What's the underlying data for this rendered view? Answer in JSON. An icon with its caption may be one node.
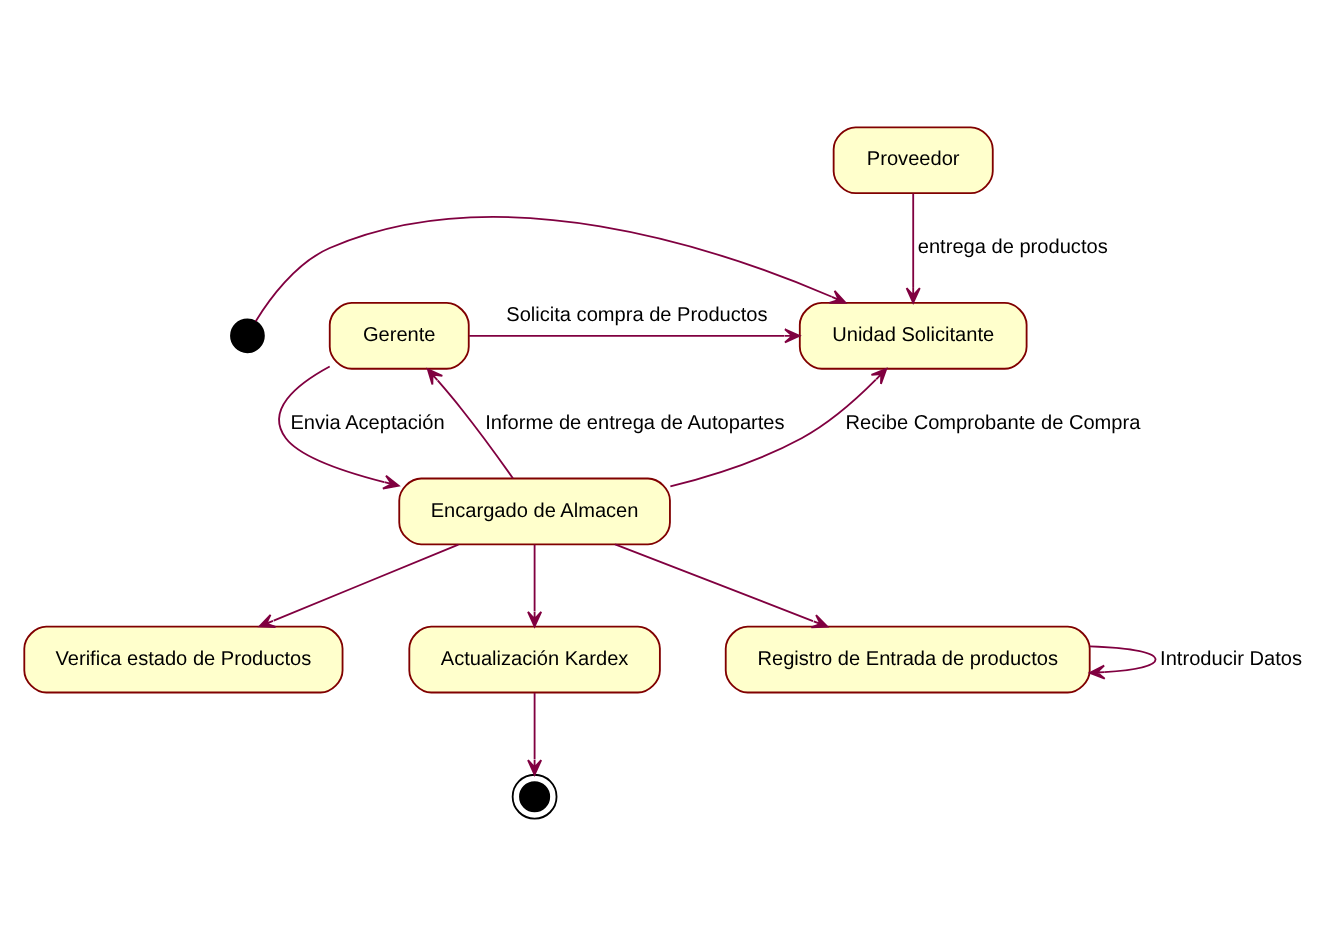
{
  "diagram": {
    "nodes": [
      {
        "text": [],
        "shape": "circle"
      },
      {
        "text": [
          "Unidad Solicitante"
        ]
      },
      {
        "text": [
          "Gerente"
        ]
      },
      {
        "text": [
          "Proveedor"
        ]
      },
      {
        "text": [
          "Encargado de Almacen"
        ]
      },
      {
        "text": [
          "Verifica estado de Productos"
        ]
      },
      {
        "text": [
          "Actualización Kardex"
        ]
      },
      {
        "text": [
          "Registro de Entrada de productos"
        ]
      },
      {
        "text": [],
        "shape": "bullseye"
      }
    ],
    "edges": [
      {
        "from": 0,
        "to": 1,
        "arrow": "to"
      },
      {
        "from": 2,
        "to": 1,
        "arrow": "to",
        "label": "Solicita compra de Productos"
      },
      {
        "from": 3,
        "to": 1,
        "arrow": "to",
        "label": "entrega de productos"
      },
      {
        "from": 4,
        "to": 1,
        "arrow": "to",
        "label": "Recibe Comprobante de Compra"
      },
      {
        "from": 4,
        "to": 2,
        "arrow": "to",
        "label": "Informe de entrega de Autopartes"
      },
      {
        "from": 2,
        "to": 4,
        "arrow": "to",
        "label": "Envia Aceptación"
      },
      {
        "from": 7,
        "to": 7,
        "arrow": "to",
        "label": "Introducir Datos"
      },
      {
        "from": 4,
        "to": 5,
        "arrow": "to"
      },
      {
        "from": 4,
        "to": 6,
        "arrow": "to"
      },
      {
        "from": 4,
        "to": 7,
        "arrow": "to"
      },
      {
        "from": 6,
        "to": 8,
        "arrow": "to"
      }
    ]
  }
}
